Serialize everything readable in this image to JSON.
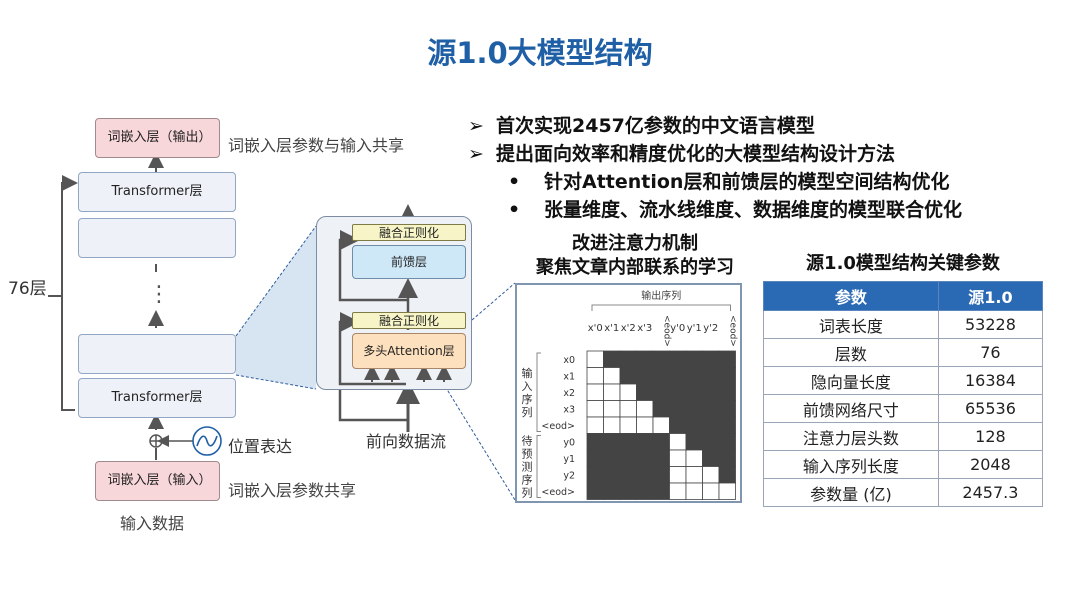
{
  "title": "源1.0大模型结构",
  "left": {
    "embed_out": "词嵌入层（输出）",
    "embed_out_note": "词嵌入层参数与输入共享",
    "transformer_top": "Transformer层",
    "transformer_bottom": "Transformer层",
    "dots": "⋮",
    "layers_label": "76层",
    "position_label": "位置表达",
    "embed_in": "词嵌入层（输入）",
    "embed_in_note": "词嵌入层参数共享",
    "input_label": "输入数据"
  },
  "detail": {
    "norm_top": "融合正则化",
    "ffn": "前馈层",
    "norm_bottom": "融合正则化",
    "attention": "多头Attention层",
    "flow_label": "前向数据流"
  },
  "bullets": [
    {
      "level": 1,
      "marker": "➢",
      "text": "首次实现2457亿参数的中文语言模型"
    },
    {
      "level": 1,
      "marker": "➢",
      "text": "提出面向效率和精度优化的大模型结构设计方法"
    },
    {
      "level": 2,
      "marker": "•",
      "text": "针对Attention层和前馈层的模型空间结构优化"
    },
    {
      "level": 2,
      "marker": "•",
      "text": "张量维度、流水线维度、数据维度的模型联合优化"
    }
  ],
  "attention_panel": {
    "title_line1": "改进注意力机制",
    "title_line2": "聚焦文章内部联系的学习",
    "output_seq_label": "输出序列",
    "col_labels": [
      "x'0",
      "x'1",
      "x'2",
      "x'3",
      "<eod>",
      "y'0",
      "y'1",
      "y'2",
      "<eod>"
    ],
    "input_seq_label": "输入序列",
    "pred_seq_label": "待预测序列",
    "row_labels": [
      "x0",
      "x1",
      "x2",
      "x3",
      "<eod>",
      "y0",
      "y1",
      "y2",
      "<eod>"
    ]
  },
  "table": {
    "title": "源1.0模型结构关键参数",
    "headers": [
      "参数",
      "源1.0"
    ],
    "rows": [
      [
        "词表长度",
        "53228"
      ],
      [
        "层数",
        "76"
      ],
      [
        "隐向量长度",
        "16384"
      ],
      [
        "前馈网络尺寸",
        "65536"
      ],
      [
        "注意力层头数",
        "128"
      ],
      [
        "输入序列长度",
        "2048"
      ],
      [
        "参数量 (亿)",
        "2457.3"
      ]
    ]
  }
}
